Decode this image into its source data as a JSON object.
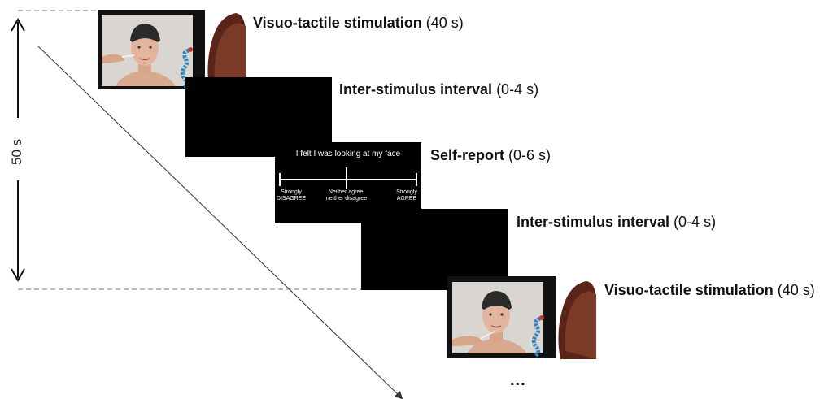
{
  "timeline": {
    "duration_label": "50 s"
  },
  "steps": [
    {
      "id": "stim1",
      "title": "Visuo-tactile stimulation",
      "duration": "(40 s)"
    },
    {
      "id": "isi1",
      "title": "Inter-stimulus interval",
      "duration": "(0-4 s)"
    },
    {
      "id": "report",
      "title": "Self-report",
      "duration": "(0-6 s)"
    },
    {
      "id": "isi2",
      "title": "Inter-stimulus interval",
      "duration": "(0-4 s)"
    },
    {
      "id": "stim2",
      "title": "Visuo-tactile stimulation",
      "duration": "(40 s)"
    }
  ],
  "self_report_slide": {
    "question": "I felt I was looking at my face",
    "left_anchor": "Strongly\nDISAGREE",
    "middle_anchor": "Neither agree,\nneither disagree",
    "right_anchor": "Strongly\nAGREE"
  },
  "continuation": "..."
}
